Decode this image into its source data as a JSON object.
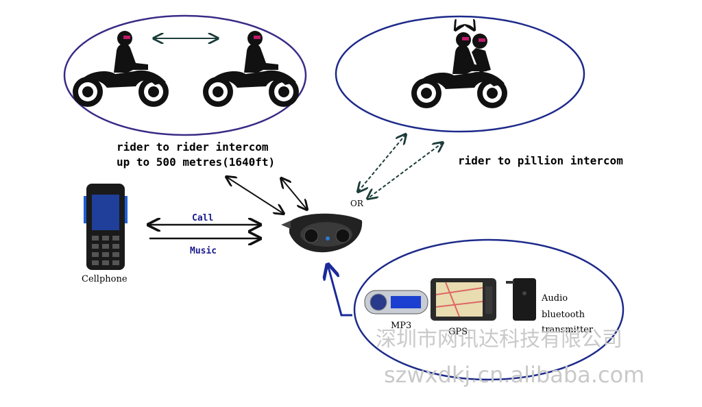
{
  "labels": {
    "r2r_line1": "rider to rider intercom",
    "r2r_line2": "up to 500 metres(1640ft)",
    "r2p": "rider to pillion intercom",
    "or": "OR",
    "call": "Call",
    "music": "Music",
    "cellphone": "Cellphone",
    "mp3": "MP3",
    "gps": "GPS",
    "audio_line1": "Audio",
    "audio_line2": "bluetooth",
    "audio_line3": "transmitter"
  },
  "watermark": {
    "company": "深圳市网讯达科技有限公司",
    "url": "szwxdkj.cn.alibaba.com"
  },
  "colors": {
    "ellipse_purple": "#3b2a86",
    "ellipse_blue": "#1d2a8a",
    "arrow_teal": "#1b3d3a",
    "arrow_blue": "#1a2a9a",
    "label_blue": "#1a1a8c"
  },
  "icons": [
    "motorcycle-rider-icon",
    "motorcycle-pillion-icon",
    "bluetooth-headset-icon",
    "cellphone-icon",
    "mp3-player-icon",
    "gps-device-icon",
    "audio-transmitter-icon"
  ]
}
